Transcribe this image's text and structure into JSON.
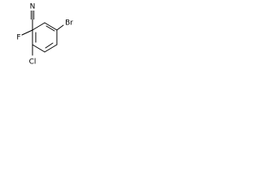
{
  "molecule": {
    "labels": {
      "nitrogen": "N",
      "bromine": "Br",
      "fluorine": "F",
      "chlorine": "Cl"
    },
    "colors": {
      "ink": "#000000",
      "background": "#ffffff"
    }
  }
}
